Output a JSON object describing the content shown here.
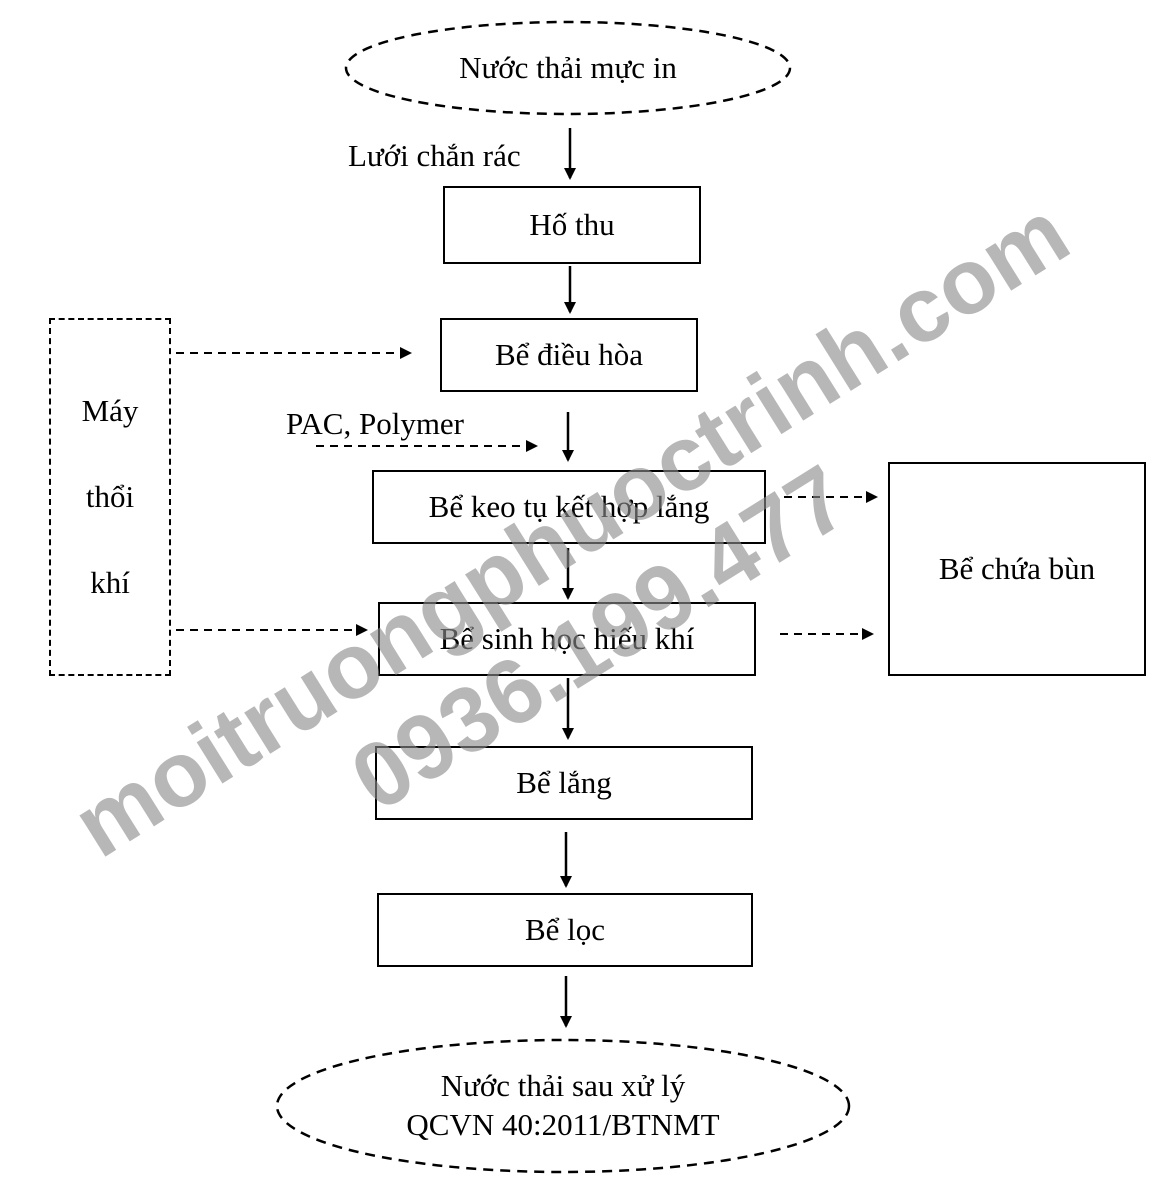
{
  "diagram": {
    "source_oval": "Nước thải mực in",
    "screen_label": "Lưới chắn rác",
    "boxes": {
      "collection_tank": "Hố thu",
      "equalization_tank": "Bể điều hòa",
      "coagulation_settling_tank": "Bể keo tụ kết hợp lắng",
      "aerobic_tank": "Bể sinh học hiếu khí",
      "settling_tank": "Bể lắng",
      "filter_tank": "Bể lọc",
      "sludge_tank": "Bể chứa bùn"
    },
    "chemicals_label": "PAC, Polymer",
    "blower": {
      "line1": "Máy",
      "line2": "thổi",
      "line3": "khí"
    },
    "output_oval": {
      "line1": "Nước thải sau xử lý",
      "line2": "QCVN 40:2011/BTNMT"
    }
  },
  "watermark": {
    "line1": "moitruongphuoctrinh.com",
    "line2": "0936.199.477"
  }
}
